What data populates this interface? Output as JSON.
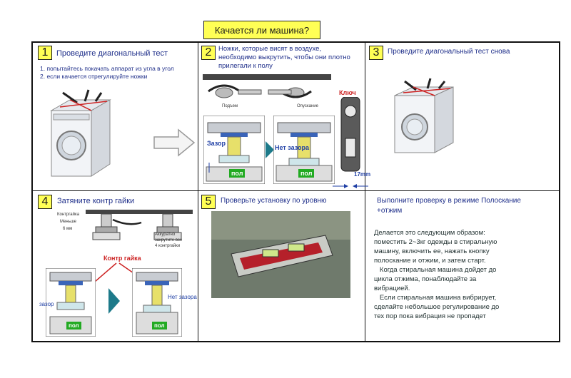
{
  "title": "Качается ли машина?",
  "steps": [
    {
      "num": "1",
      "head": "Проведите диагональный тест",
      "lines": [
        "1. попытайтесь покачать аппарат из угла в угол",
        "2. если качается отрегулируйте ножки"
      ]
    },
    {
      "num": "2",
      "head": "Ножки, которые висят в воздухе, необходимо выкрутить, чтобы они плотно прилегали к полу",
      "lift": "Подъем",
      "lower": "Опускание",
      "gap": "Зазор",
      "nogap": "Нет зазора",
      "floor": "пол",
      "key": "Ключ",
      "size": "17mm"
    },
    {
      "num": "3",
      "head": "Проведите диагональный тест снова"
    },
    {
      "num": "4",
      "head": "Затяните контр гайки",
      "nut": "Контргайка",
      "less": "Меньше",
      "mm": "6 мм",
      "careful": [
        "Аккуратно",
        "закрутите все",
        "4 контргайки"
      ],
      "locknut": "Контр гайка",
      "gap": "зазор",
      "nogap": "Нет зазора",
      "floor": "пол"
    },
    {
      "num": "5",
      "head": "Проверьте установку по уровню"
    }
  ],
  "extra": {
    "head": "Выполните проверку в режиме Полоскание +отжим",
    "body": [
      "Делается это следующим образом:",
      "поместить 2~3кг одежды в стиральную",
      "машину, включить ее, нажать кнопку",
      "полоскание и отжим, и затем старт.",
      "   Когда стиральная машина дойдет до",
      "цикла отжима, понаблюдайте за",
      "вибрацией.",
      "   Если стиральная машина вибрирует,",
      "сделайте небольшое регулирование до",
      "тех пор пока вибрация не пропадет"
    ]
  },
  "colors": {
    "title_bg": "#ffff55",
    "accent": "#1f2f8a",
    "red": "#cc2222",
    "floor": "#22aa22"
  }
}
